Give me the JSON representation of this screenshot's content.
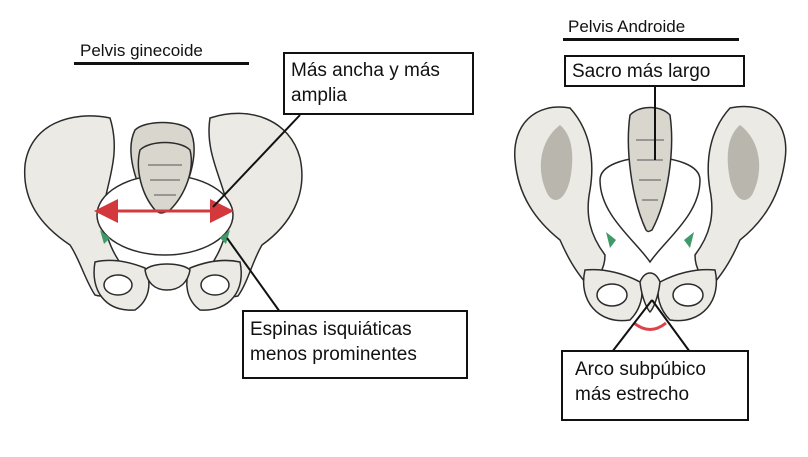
{
  "left_pelvis": {
    "title": "Pelvis ginecoide",
    "labels": {
      "width": [
        "Más ancha y más",
        "amplia"
      ],
      "spines": [
        "Espinas isquiáticas",
        "menos prominentes"
      ]
    }
  },
  "right_pelvis": {
    "title": "Pelvis Androide",
    "labels": {
      "sacrum": [
        "Sacro más largo"
      ],
      "arch": [
        "Arco subpúbico",
        "más estrecho"
      ]
    }
  },
  "colors": {
    "bone_fill": "#eceae4",
    "bone_shade": "#b9b6ad",
    "outline": "#2b2b2b",
    "arrow_red": "#d2383c",
    "spine_green": "#3f9a6a",
    "arch_red": "#e0404a"
  }
}
